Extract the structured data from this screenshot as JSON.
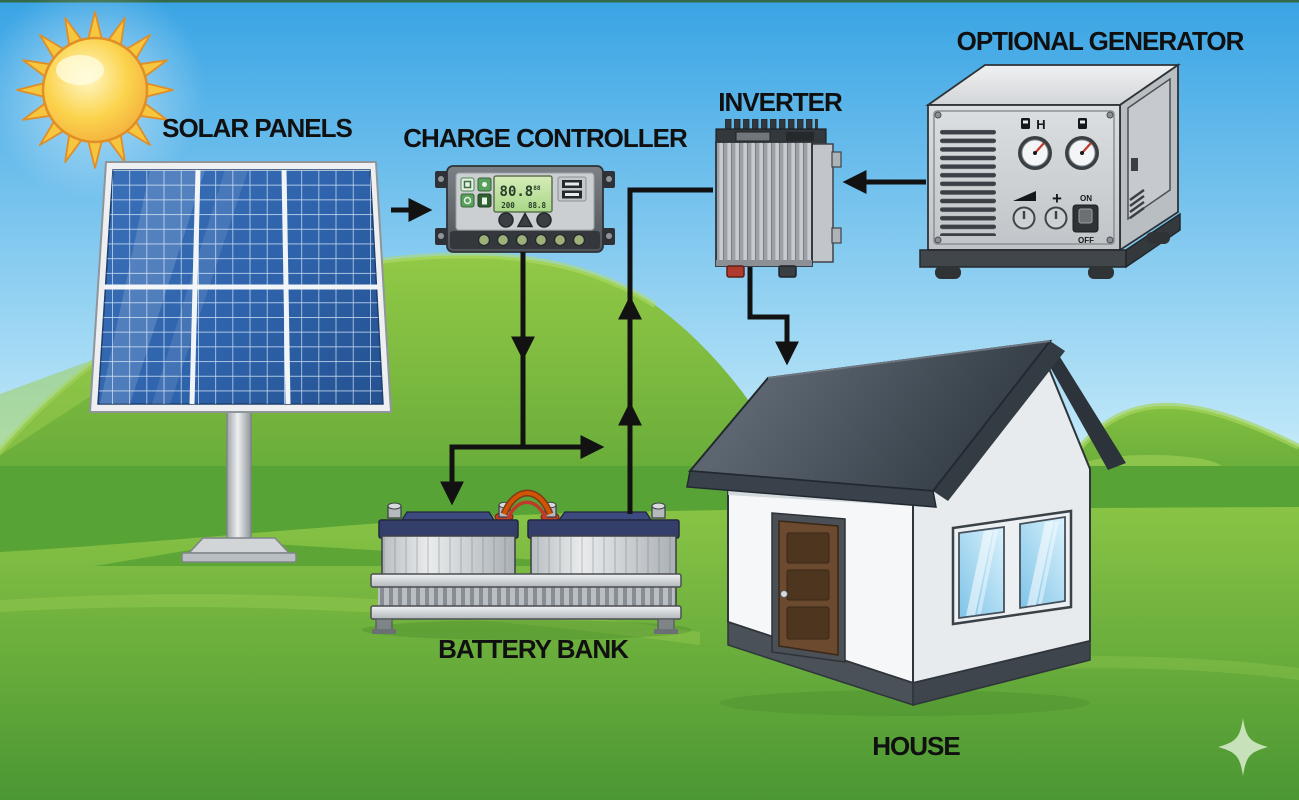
{
  "scene": {
    "labels": {
      "solar_panels": "SOLAR PANELS",
      "charge_controller": "CHARGE CONTROLLER",
      "inverter": "INVERTER",
      "optional_generator": "OPTIONAL GENERATOR",
      "battery_bank": "BATTERY BANK",
      "house": "HOUSE"
    },
    "charge_controller_lcd": {
      "main_value": "80.8",
      "superscript": "88",
      "sub_left": "200",
      "sub_right": "88.8"
    },
    "generator_controls": {
      "gauge_label_h": "H",
      "plus_label": "+",
      "switch_on": "ON",
      "switch_off": "OFF"
    },
    "connections": [
      {
        "from": "solar-panels",
        "to": "charge-controller",
        "direction": "right"
      },
      {
        "from": "charge-controller",
        "to": "battery-bank",
        "direction": "down"
      },
      {
        "from": "charge-controller",
        "to": "battery-to-inverter-line",
        "direction": "right"
      },
      {
        "from": "battery-bank",
        "to": "inverter",
        "direction": "up"
      },
      {
        "from": "optional-generator",
        "to": "inverter",
        "direction": "left"
      },
      {
        "from": "inverter",
        "to": "house",
        "direction": "down"
      }
    ],
    "icons": {
      "sun": "sun-icon",
      "sparkle": "sparkle-icon",
      "fuel_pump": "fuel-pump-icon",
      "fuel_can": "fuel-can-icon",
      "volume_ramp": "volume-ramp-icon",
      "usb": "usb-ports-icon"
    },
    "colors": {
      "sky_top": "#39A4E4",
      "sky_horizon": "#C8ECFA",
      "hill_green": "#8CC63F",
      "ground_dark": "#4E9A34",
      "panel_blue": "#2F64AD",
      "arrow_black": "#121212",
      "label_black": "#101010",
      "roof_gray": "#49525C",
      "wall_white": "#F6F7F8",
      "door_brown": "#6B4A2F",
      "lcd_green": "#BFE3A0",
      "battery_lid_navy": "#333E6B",
      "terminal_red": "#B03A2E",
      "wire_orange": "#D35400",
      "sun_yellow": "#FBD34C",
      "sparkle_light_green": "#CDE6C2"
    }
  }
}
